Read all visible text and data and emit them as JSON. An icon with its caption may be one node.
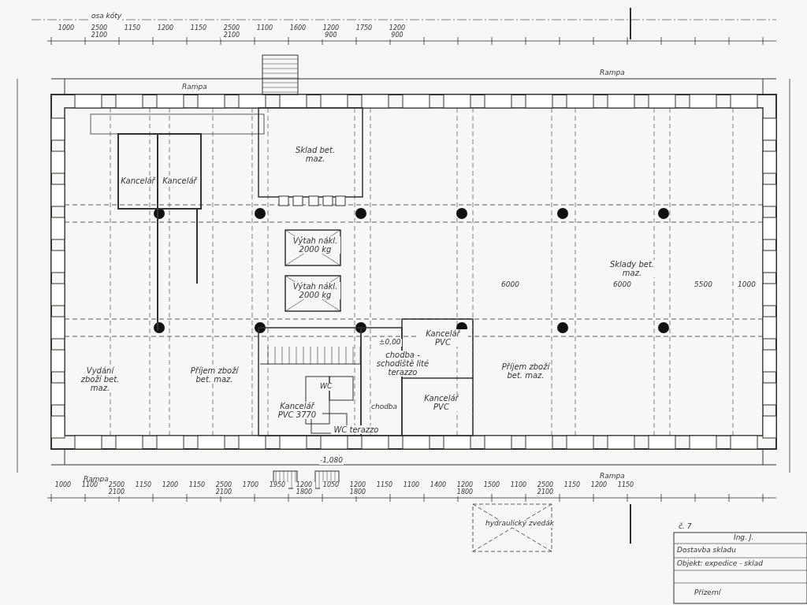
{
  "diagram": {
    "labels": [
      "osa kóty",
      "1000",
      "2500 2100",
      "1150",
      "1200",
      "1150",
      "2500 2100",
      "1100",
      "1600",
      "1200 900",
      "1750",
      "1200 900",
      "Rampa",
      "Rampa",
      "Sklad bet. maz.",
      "Kancelář",
      "Kancelář",
      "Výtah nákl. 2000 kg",
      "Výtah nákl. 2000 kg",
      "6000",
      "6000",
      "5500",
      "1000",
      "Sklady bet. maz.",
      "Vydání zboží bet. maz.",
      "Příjem zboží bet. maz.",
      "chodba - schodiště lité terazzo",
      "±0,00",
      "Kancelář PVC",
      "Příjem zboží bet. maz.",
      "Kancelář PVC 3770",
      "WC",
      "chodba",
      "Kancelář PVC",
      "WC terazzo",
      "Rampa",
      "Rampa",
      "-1,080",
      "1000",
      "1100",
      "2500 2100",
      "1150",
      "1200",
      "1150",
      "2500 2100",
      "1700",
      "1950",
      "1200 1800",
      "1050",
      "1200 1800",
      "1150",
      "1100",
      "1400",
      "1200 1800",
      "1500",
      "1100",
      "2500 2100",
      "1150",
      "1200",
      "1150",
      "hydraulický zvedák",
      "č. 7",
      "Ing. J.",
      "Dostavba skladu",
      "Objekt: expedice - sklad",
      "Přízemí"
    ]
  }
}
